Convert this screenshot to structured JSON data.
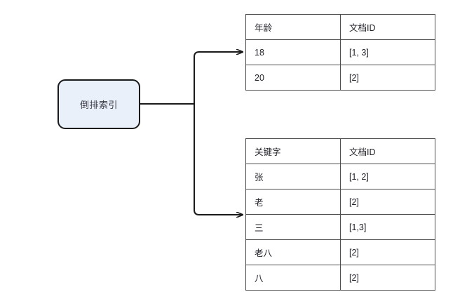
{
  "diagram": {
    "title_node": {
      "label": "倒排索引",
      "fill_color": "#eaf0fa",
      "border_color": "#1a1a1a",
      "text_color": "#3b3b44"
    },
    "connector": {
      "line_color": "#1a1a1a",
      "branches": 2,
      "arrowhead": "triangle-right"
    },
    "tables": [
      {
        "id": "table-age",
        "headers": [
          "年龄",
          "文档ID"
        ],
        "rows": [
          [
            "18",
            "[1, 3]"
          ],
          [
            "20",
            "[2]"
          ]
        ]
      },
      {
        "id": "table-keyword",
        "headers": [
          "关键字",
          "文档ID"
        ],
        "rows": [
          [
            "张",
            "[1, 2]"
          ],
          [
            "老",
            "[2]"
          ],
          [
            "三",
            "[1,3]"
          ],
          [
            "老八",
            "[2]"
          ],
          [
            "八",
            "[2]"
          ]
        ]
      }
    ]
  }
}
